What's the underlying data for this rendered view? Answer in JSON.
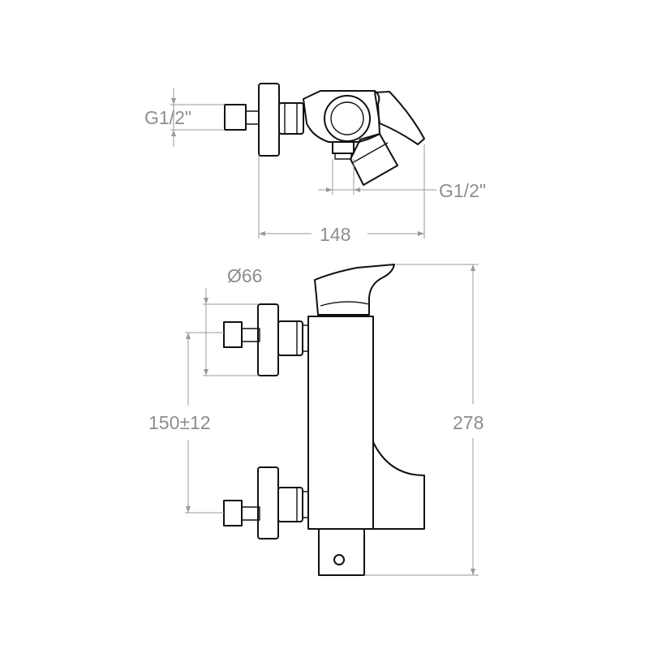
{
  "dimensions": {
    "inlet_thread_top": "G1/2\"",
    "outlet_thread": "G1/2\"",
    "total_width": "148",
    "flange_diameter": "Ø66",
    "inlet_spacing": "150±12",
    "total_height": "278"
  },
  "colors": {
    "outline": "#111111",
    "dimension": "#9a9a9a"
  }
}
